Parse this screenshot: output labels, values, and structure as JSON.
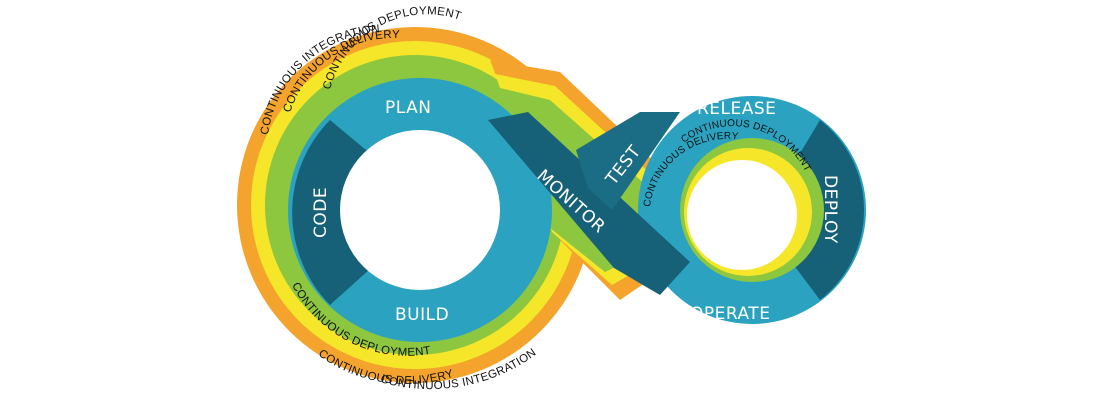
{
  "stages": {
    "plan": "PLAN",
    "code": "CODE",
    "build": "BUILD",
    "monitor": "MONITOR",
    "test": "TEST",
    "release": "RELEASE",
    "deploy": "DEPLOY",
    "operate": "OPERATE"
  },
  "bands": {
    "integration": "CONTINUOUS INTEGRATION",
    "delivery": "CONTINUOUS DELIVERY",
    "deployment": "CONTINUOUS DEPLOYMENT"
  },
  "colors": {
    "integration": "#f4a32d",
    "delivery": "#f6e62a",
    "deployment": "#8dc63f",
    "ring_light": "#2ba3c0",
    "ring_dark": "#176178"
  }
}
